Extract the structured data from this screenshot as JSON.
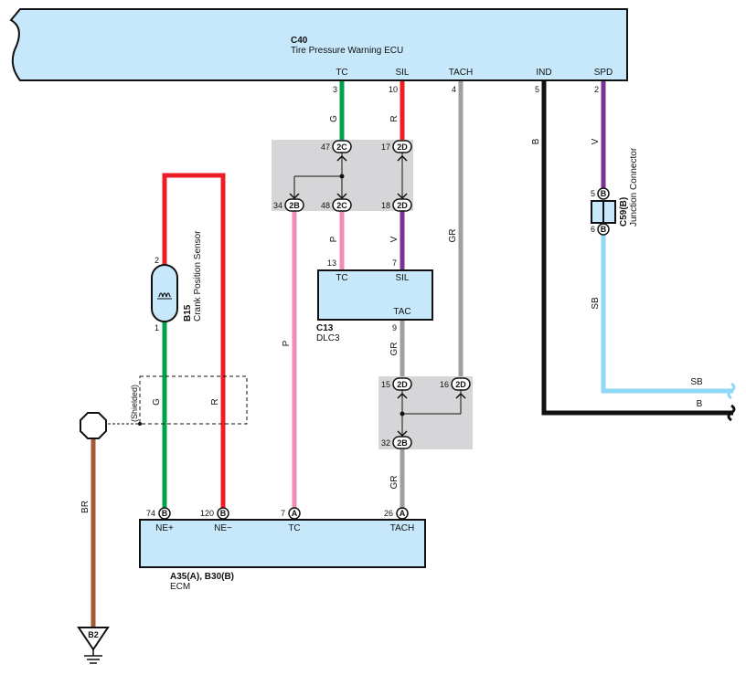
{
  "colors": {
    "G": "#00a14b",
    "R": "#ee1c25",
    "GR": "#9d9fa2",
    "B": "#111111",
    "V": "#7b3294",
    "P": "#f28cb8",
    "SB": "#8ed8f8",
    "BR": "#a55a36",
    "ecu_fill": "#c6e8fa",
    "junction_fill": "#d6d6d8"
  },
  "ecu_top": {
    "code": "C40",
    "name": "Tire Pressure Warning ECU",
    "terminals": [
      {
        "label": "TC",
        "pin": "3"
      },
      {
        "label": "SIL",
        "pin": "10"
      },
      {
        "label": "TACH",
        "pin": "4"
      },
      {
        "label": "IND",
        "pin": "5"
      },
      {
        "label": "SPD",
        "pin": "2"
      }
    ]
  },
  "junction_top": {
    "pins": [
      "47",
      "17",
      "34",
      "48",
      "18"
    ],
    "connectors": [
      "2C",
      "2D",
      "2B",
      "2C",
      "2D"
    ]
  },
  "junction_mid": {
    "pins": [
      "15",
      "16",
      "32"
    ],
    "connectors": [
      "2D",
      "2D",
      "2B"
    ]
  },
  "dlc": {
    "code": "C13",
    "name": "DLC3",
    "terminals": [
      "TC",
      "SIL",
      "TAC"
    ],
    "pins": [
      "13",
      "7",
      "9"
    ]
  },
  "sensor": {
    "code": "B15",
    "name": "Crank Position Sensor",
    "pins": [
      "2",
      "1"
    ]
  },
  "shield": {
    "label": "(Shielded)"
  },
  "junction_connector": {
    "code": "C59(B)",
    "name": "Junction Connector",
    "pins": [
      "5",
      "6"
    ],
    "letter": "B"
  },
  "ecm": {
    "codes": "A35(A), B30(B)",
    "name": "ECM",
    "terminals": [
      {
        "label": "NE+",
        "pin": "74",
        "conn": "B"
      },
      {
        "label": "NE−",
        "pin": "120",
        "conn": "B"
      },
      {
        "label": "TC",
        "pin": "7",
        "conn": "A"
      },
      {
        "label": "TACH",
        "pin": "26",
        "conn": "A"
      }
    ]
  },
  "ground": {
    "code": "B2"
  },
  "wire_labels": {
    "tc_top": "G",
    "sil_top": "R",
    "tach": "GR",
    "ind": "B",
    "spd": "V",
    "p_dlc": "P",
    "v_dlc": "V",
    "p_ecm": "P",
    "gr_dlc": "GR",
    "gr_ecm": "GR",
    "sb": "SB",
    "sb_right": "SB",
    "b_right": "B",
    "sensor_g": "G",
    "sensor_r": "R",
    "br": "BR"
  }
}
